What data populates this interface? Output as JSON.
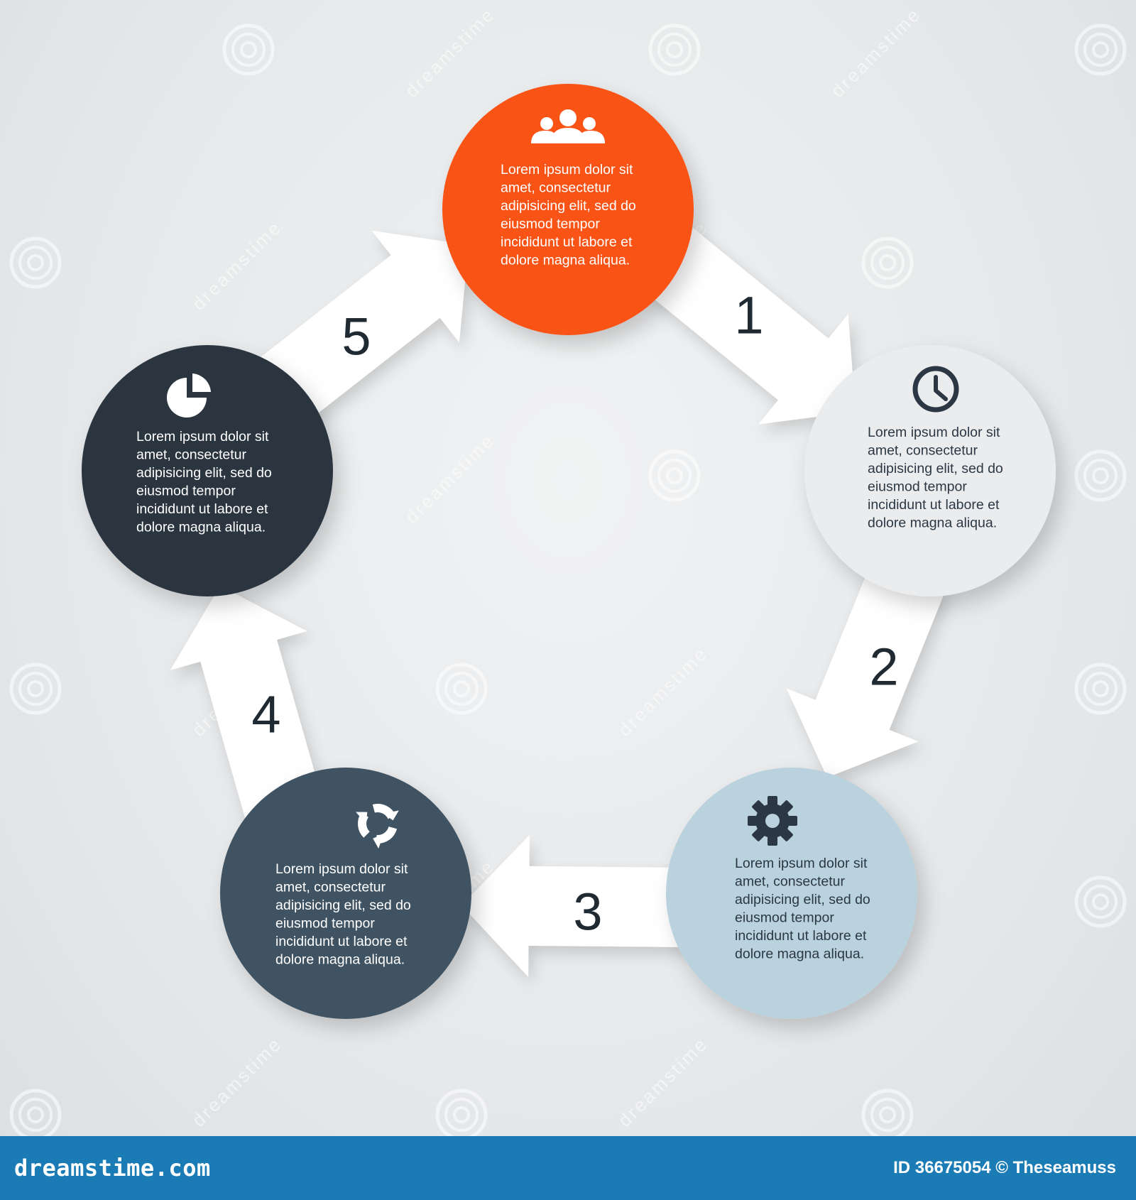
{
  "steps": [
    {
      "number": "1",
      "icon": "group-icon",
      "color": "#f95318",
      "text_color": "#ffffff",
      "text": [
        "Lorem ipsum dolor sit",
        "amet, consectetur",
        "adipisicing elit, sed do",
        "eiusmod tempor",
        "incididunt ut labore et",
        "dolore magna aliqua."
      ]
    },
    {
      "number": "2",
      "icon": "clock-icon",
      "color": "#ebecee",
      "text_color": "#2b3844",
      "text": [
        "Lorem ipsum dolor sit",
        "amet, consectetur",
        "adipisicing elit, sed do",
        "eiusmod tempor",
        "incididunt ut labore et",
        "dolore magna aliqua."
      ]
    },
    {
      "number": "3",
      "icon": "gear-icon",
      "color": "#b9d2de",
      "text_color": "#2b3844",
      "text": [
        "Lorem ipsum dolor sit",
        "amet, consectetur",
        "adipisicing elit, sed do",
        "eiusmod tempor",
        "incididunt ut labore et",
        "dolore magna aliqua."
      ]
    },
    {
      "number": "4",
      "icon": "cycle-arrows-icon",
      "color": "#3f5262",
      "text_color": "#ffffff",
      "text": [
        "Lorem ipsum dolor sit",
        "amet, consectetur",
        "adipisicing elit, sed do",
        "eiusmod tempor",
        "incididunt ut labore et",
        "dolore magna aliqua."
      ]
    },
    {
      "number": "5",
      "icon": "pie-chart-icon",
      "color": "#2b3641",
      "text_color": "#ffffff",
      "text": [
        "Lorem ipsum dolor sit",
        "amet, consectetur",
        "adipisicing elit, sed do",
        "eiusmod tempor",
        "incididunt ut labore et",
        "dolore magna aliqua."
      ]
    }
  ],
  "arrow_color": "#ffffff",
  "number_color": "#1f2a33",
  "watermark_text": "dreamstime",
  "footer": {
    "brand": "dreamstime.com",
    "credit": "ID 36675054 © Theseamuss",
    "background": "#1a7bb5"
  }
}
